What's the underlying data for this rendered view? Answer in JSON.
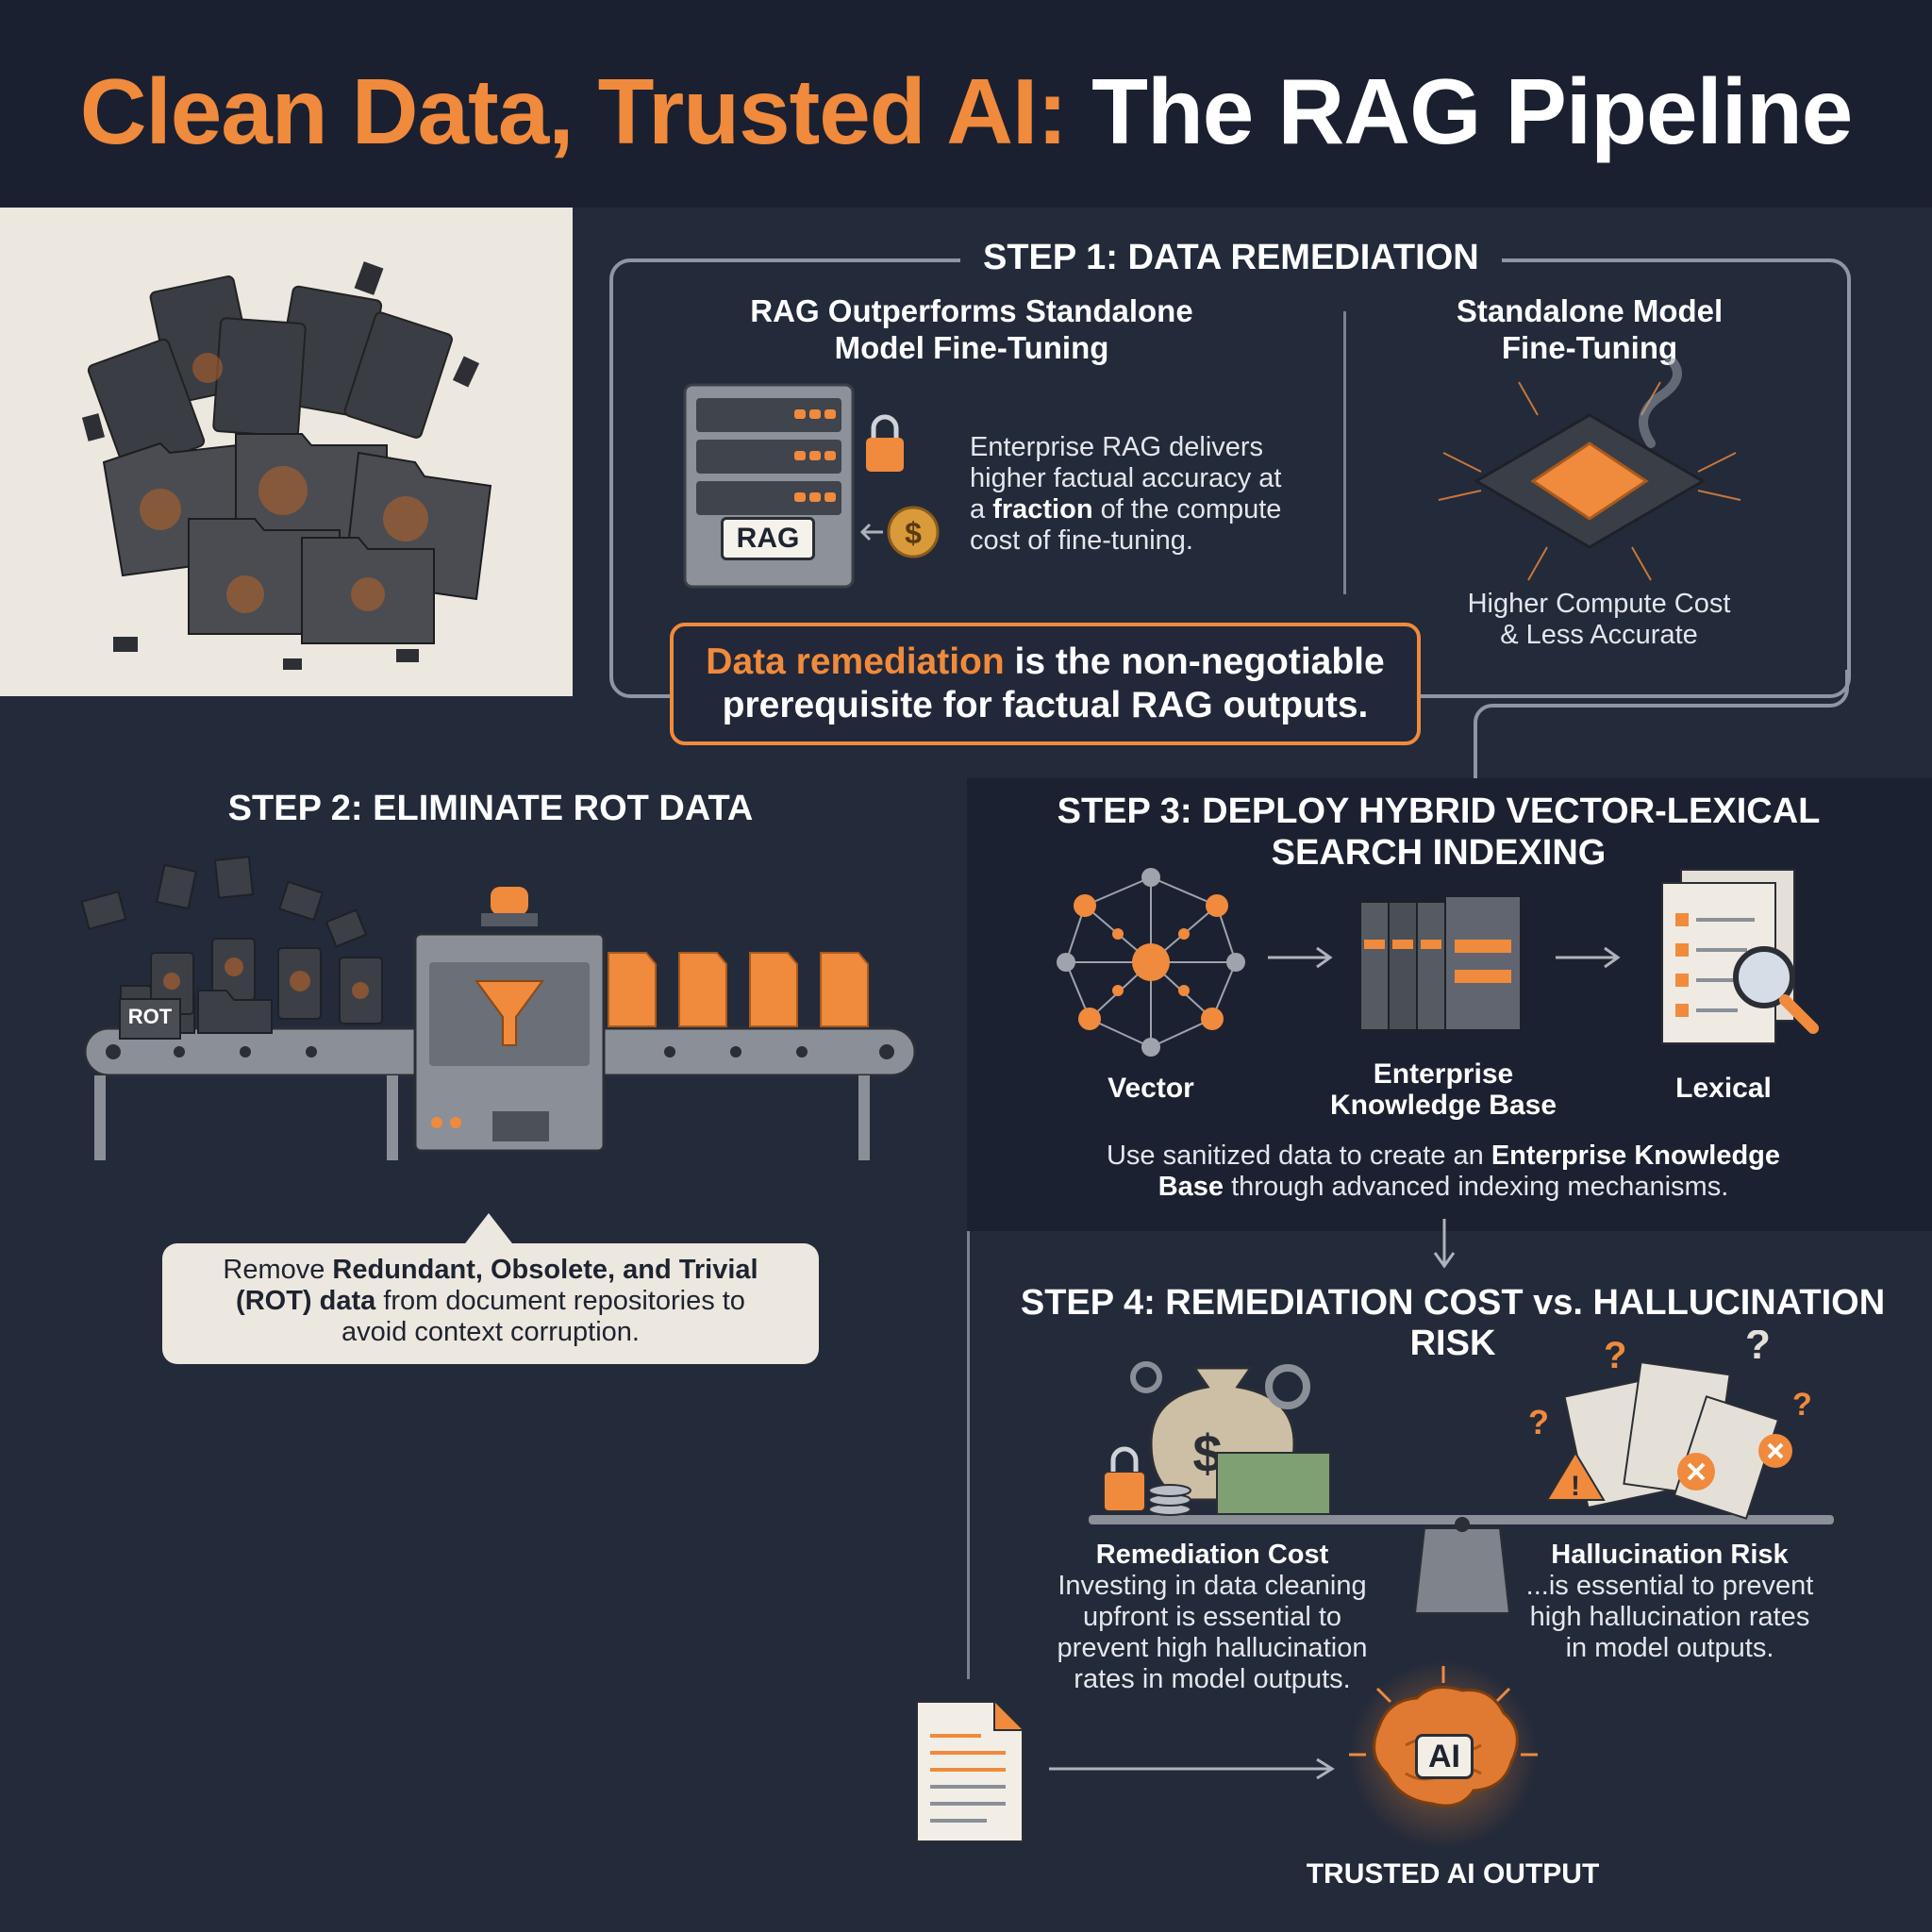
{
  "title": {
    "accent": "Clean Data, Trusted AI:",
    "main": "The RAG Pipeline"
  },
  "step1": {
    "title": "STEP 1: DATA REMEDIATION",
    "left_heading_line1": "RAG Outperforms Standalone",
    "left_heading_line2": "Model Fine-Tuning",
    "server_label": "RAG",
    "desc_line1": "Enterprise RAG delivers",
    "desc_line2": "higher factual accuracy at",
    "desc_line3_pre": "a ",
    "desc_line3_bold": "fraction",
    "desc_line3_post": " of the compute",
    "desc_line4": "cost of fine-tuning.",
    "right_heading_line1": "Standalone Model",
    "right_heading_line2": "Fine-Tuning",
    "right_caption_line1": "Higher Compute Cost",
    "right_caption_line2": "& Less Accurate"
  },
  "callout": {
    "highlight": "Data remediation",
    "rest_line1": " is the non-negotiable",
    "line2": "prerequisite for factual RAG outputs."
  },
  "step2": {
    "title": "STEP 2: ELIMINATE ROT DATA",
    "rot_tag": "ROT",
    "note_line1_pre": "Remove ",
    "note_line1_bold": "Redundant, Obsolete, and Trivial",
    "note_line2_bold": "(ROT) data",
    "note_line2_post": " from document repositories to",
    "note_line3": "avoid context corruption."
  },
  "step3": {
    "title_line1": "STEP 3: DEPLOY HYBRID VECTOR-LEXICAL",
    "title_line2": "SEARCH INDEXING",
    "vector_label": "Vector",
    "kb_label_line1": "Enterprise",
    "kb_label_line2": "Knowledge Base",
    "lexical_label": "Lexical",
    "desc_line1_pre": "Use sanitized data to create an ",
    "desc_line1_bold": "Enterprise Knowledge",
    "desc_line2_bold": "Base",
    "desc_line2_post": " through advanced indexing mechanisms."
  },
  "step4": {
    "title": "STEP 4: REMEDIATION COST vs. HALLUCINATION RISK",
    "left_label": "Remediation Cost",
    "left_desc_line1": "Investing in data cleaning",
    "left_desc_line2": "upfront is essential to",
    "left_desc_line3": "prevent high hallucination",
    "left_desc_line4": "rates in model outputs.",
    "right_label": "Hallucination Risk",
    "right_desc_line1": "...is essential to prevent",
    "right_desc_line2": "high hallucination rates",
    "right_desc_line3": "in model outputs."
  },
  "output": {
    "brain_label": "AI",
    "label": "TRUSTED AI OUTPUT"
  },
  "colors": {
    "accent": "#f08a3c",
    "background": "#232a3a",
    "panel": "#ece7df"
  }
}
